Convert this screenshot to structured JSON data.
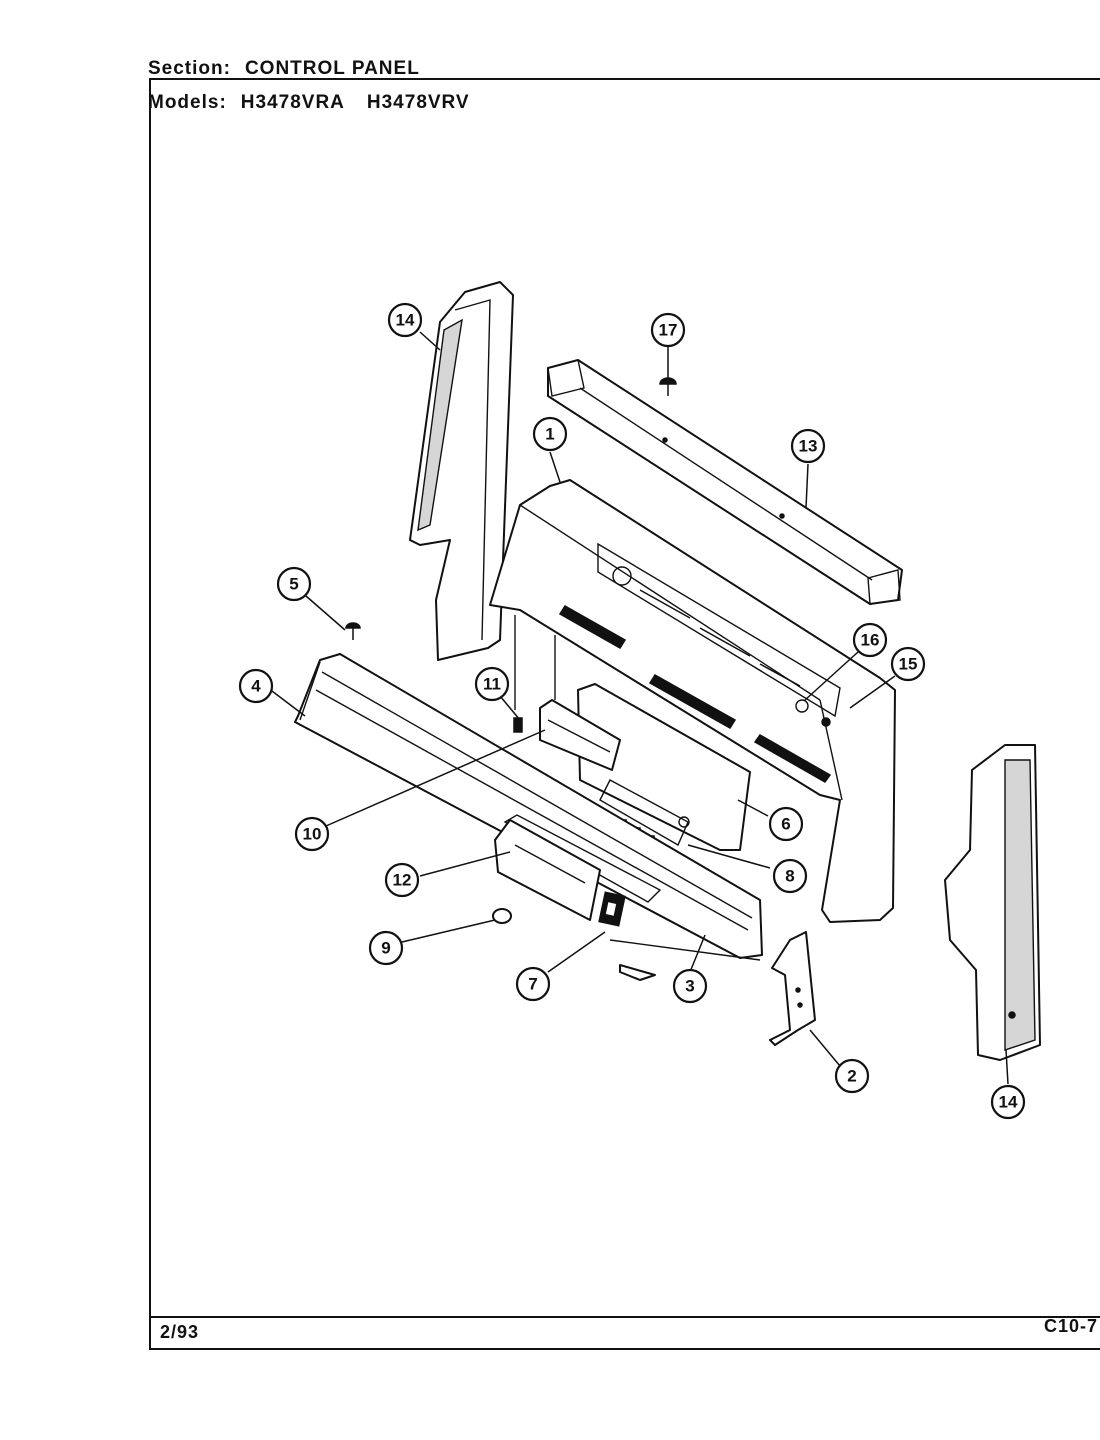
{
  "header": {
    "section_label": "Section:",
    "section_value": "CONTROL PANEL",
    "models_label": "Models:",
    "models": [
      "H3478VRA",
      "H3478VRV"
    ]
  },
  "footer": {
    "date": "2/93",
    "page_code": "C10-7"
  },
  "callouts": [
    "17",
    "14",
    "1",
    "13",
    "5",
    "16",
    "15",
    "11",
    "4",
    "10",
    "6",
    "8",
    "12",
    "9",
    "7",
    "3",
    "2",
    "14"
  ]
}
